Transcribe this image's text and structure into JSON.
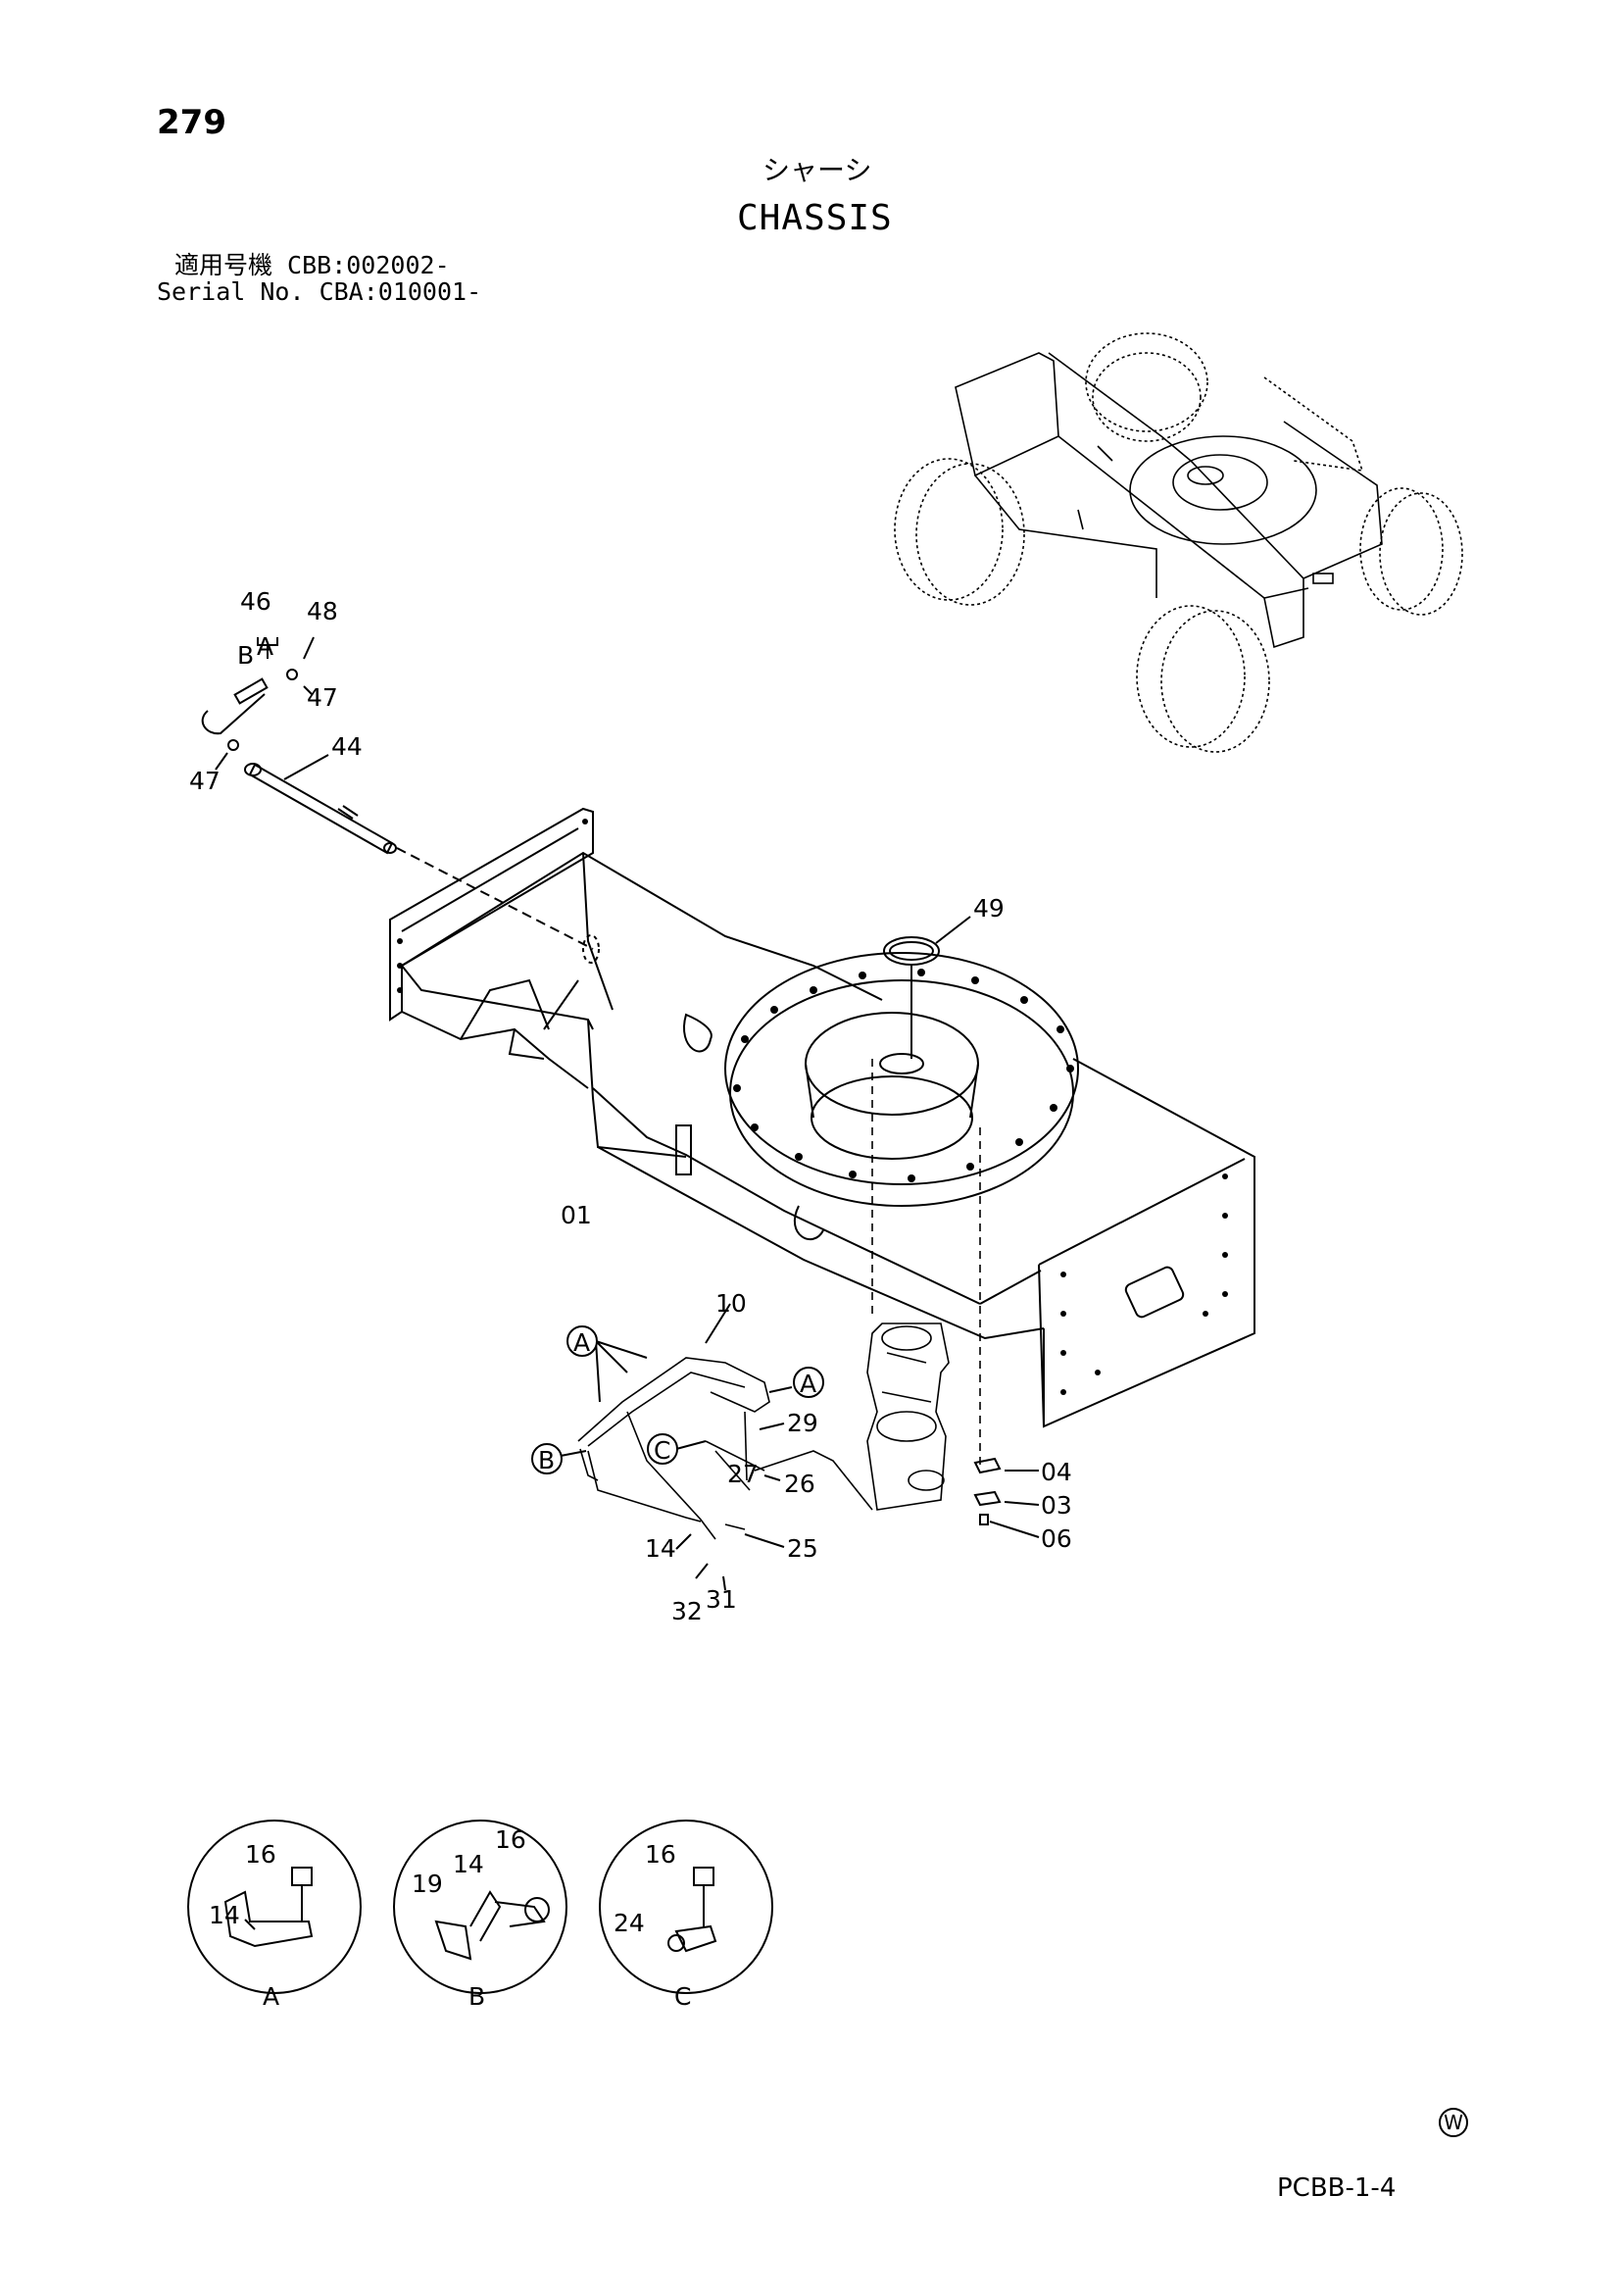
{
  "header": {
    "page_number": "279",
    "title_jp": "シャーシ",
    "title_en": "CHASSIS",
    "serial_line1": "適用号機  CBB:002002-",
    "serial_line2": "Serial No. CBA:010001-"
  },
  "callouts": {
    "c46": "46",
    "c48": "48",
    "cB": "B",
    "cA": "A",
    "c47a": "47",
    "c47b": "47",
    "c44": "44",
    "c49": "49",
    "c01": "01",
    "c10": "10",
    "c29": "29",
    "c27": "27",
    "c26": "26",
    "c04": "04",
    "c03": "03",
    "c06": "06",
    "c25": "25",
    "c14": "14",
    "c32": "32",
    "c31": "31"
  },
  "ref_circles": {
    "a1": "A",
    "a2": "A",
    "b1": "B",
    "c1": "C"
  },
  "details": {
    "A": {
      "label": "A",
      "n16": "16",
      "n14": "14"
    },
    "B": {
      "label": "B",
      "n16": "16",
      "n14": "14",
      "n19": "19"
    },
    "C": {
      "label": "C",
      "n16": "16",
      "n24": "24"
    }
  },
  "footer": {
    "code": "PCBB-1-4",
    "mark": "W"
  }
}
